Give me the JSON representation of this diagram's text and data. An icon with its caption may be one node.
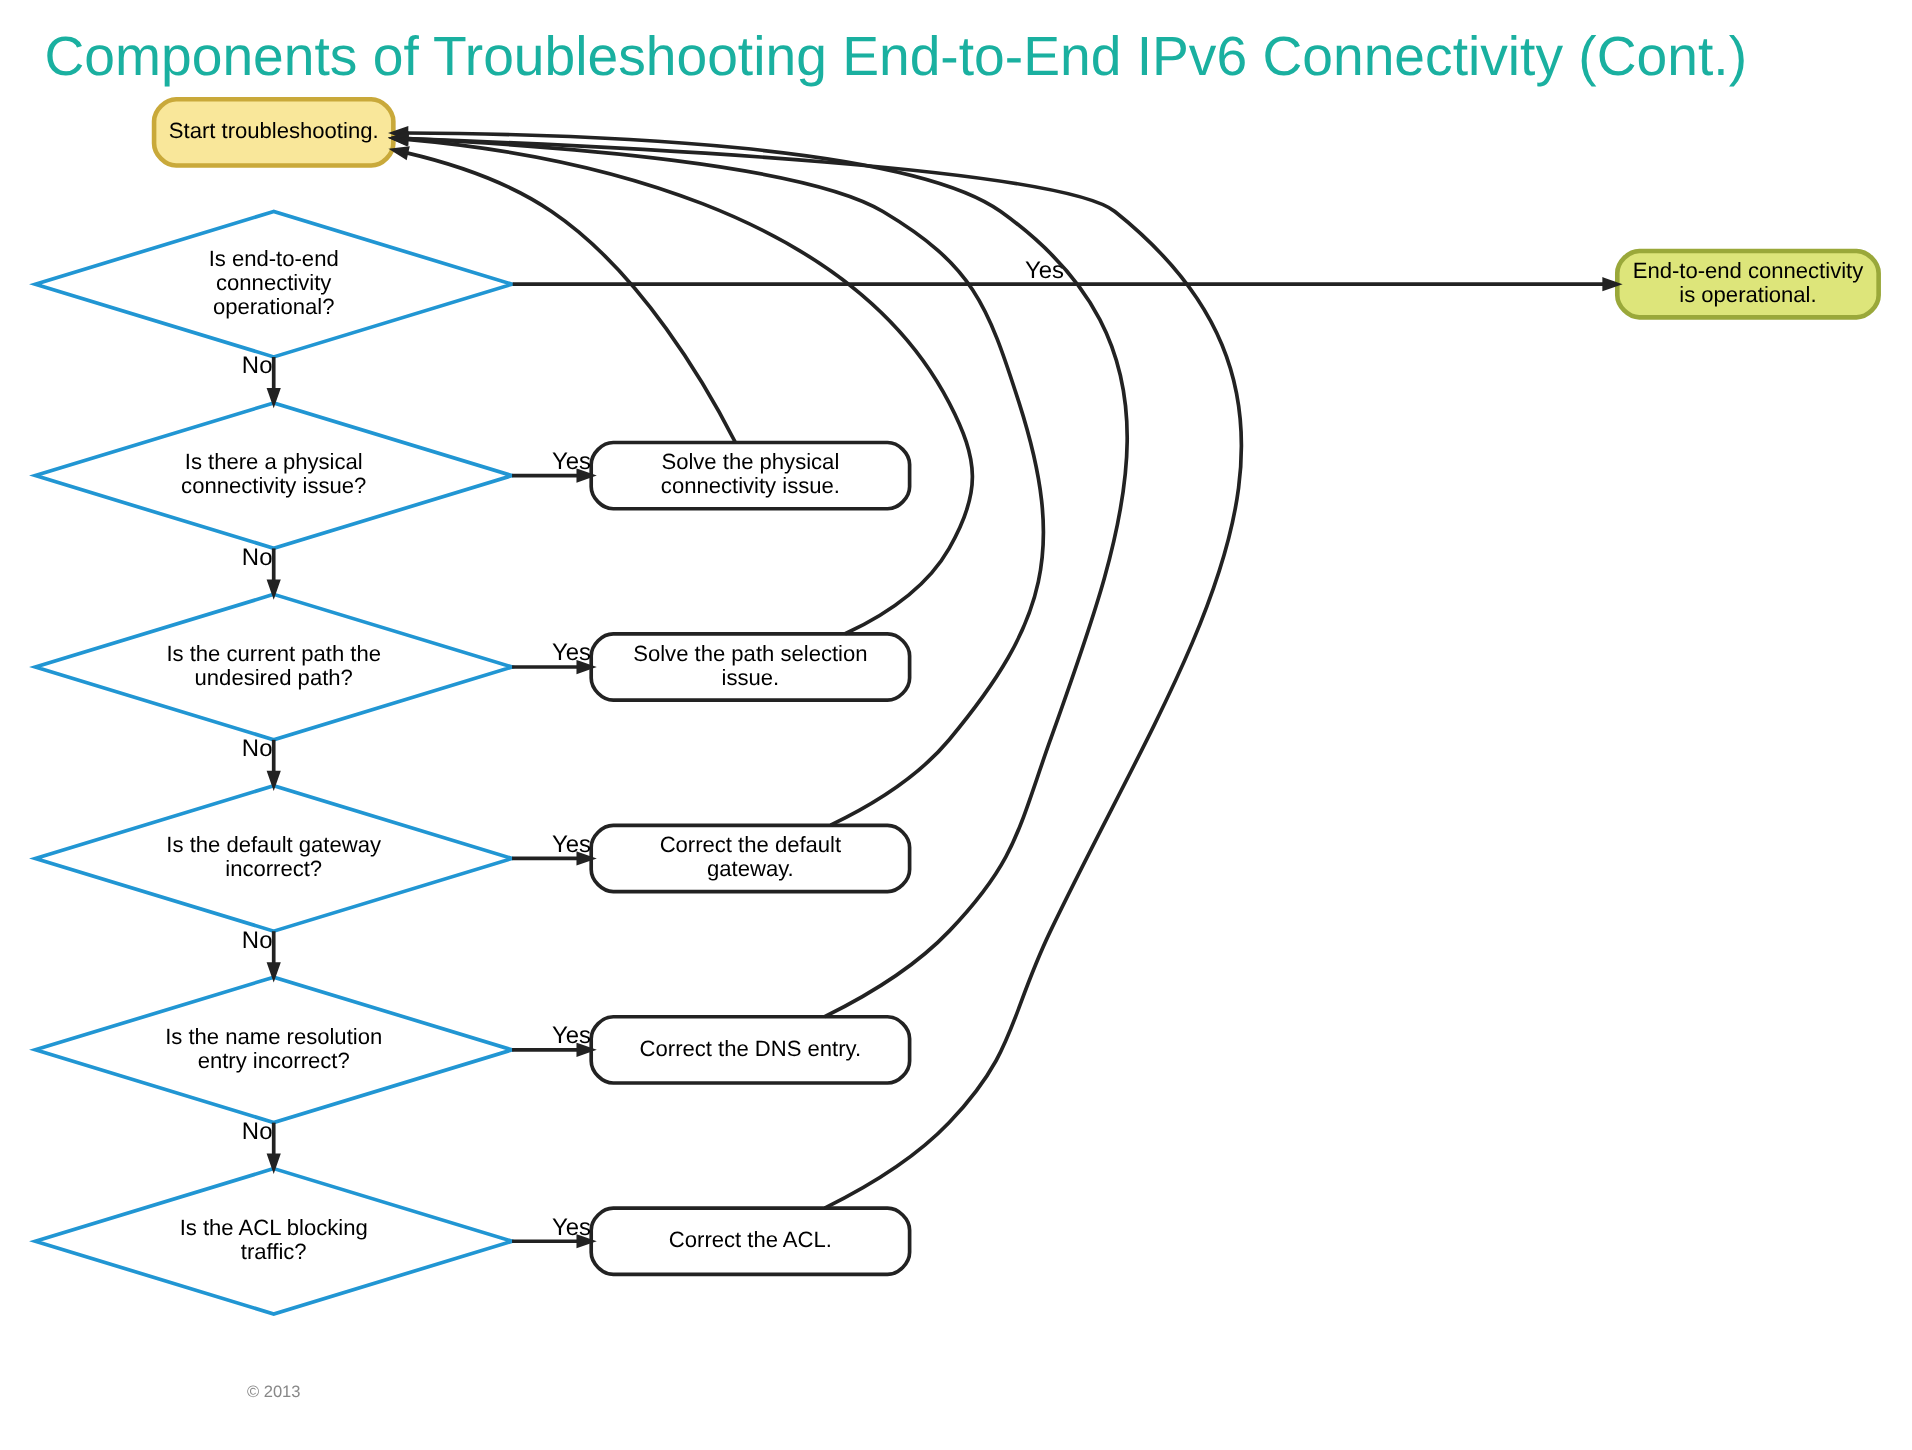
{
  "diagram": {
    "title": "Components of Troubleshooting End-to-End IPv6 Connectivity (Cont.)",
    "nodes": [
      {
        "text": [
          "Start troubleshooting."
        ]
      },
      {
        "text": [
          "End-to-end connectivity is operational."
        ]
      },
      {
        "text": [
          "Is end-to-end connectivity operational?"
        ]
      },
      {
        "text": [
          "Is there a physical connectivity issue?"
        ]
      },
      {
        "text": [
          "Solve the physical connectivity issue."
        ]
      },
      {
        "text": [
          "Is the current path the undesired path?"
        ]
      },
      {
        "text": [
          "Solve the path selection issue."
        ]
      },
      {
        "text": [
          "Is the default gateway incorrect?"
        ]
      },
      {
        "text": [
          "Correct the default gateway."
        ]
      },
      {
        "text": [
          "Is the name resolution entry incorrect?"
        ]
      },
      {
        "text": [
          "Correct the DNS entry."
        ]
      },
      {
        "text": [
          "Is the ACL blocking traffic?"
        ]
      },
      {
        "text": [
          "Correct the ACL."
        ]
      }
    ],
    "edges": [
      {
        "from": 2,
        "to": 1,
        "arrow": "to",
        "label": "Yes"
      },
      {
        "from": 2,
        "to": 3,
        "arrow": "to",
        "label": "No"
      },
      {
        "from": 3,
        "to": 4,
        "arrow": "to",
        "label": "Yes"
      },
      {
        "from": 3,
        "to": 5,
        "arrow": "to",
        "label": "No"
      },
      {
        "from": 5,
        "to": 6,
        "arrow": "to",
        "label": "Yes"
      },
      {
        "from": 5,
        "to": 7,
        "arrow": "to",
        "label": "No"
      },
      {
        "from": 7,
        "to": 8,
        "arrow": "to",
        "label": "Yes"
      },
      {
        "from": 7,
        "to": 9,
        "arrow": "to",
        "label": "No"
      },
      {
        "from": 9,
        "to": 10,
        "arrow": "to",
        "label": "Yes"
      },
      {
        "from": 9,
        "to": 11,
        "arrow": "to",
        "label": "No"
      },
      {
        "from": 11,
        "to": 12,
        "arrow": "to",
        "label": "Yes"
      },
      {
        "from": 4,
        "to": 0,
        "arrow": "to"
      },
      {
        "from": 6,
        "to": 0,
        "arrow": "to"
      },
      {
        "from": 8,
        "to": 0,
        "arrow": "to"
      },
      {
        "from": 10,
        "to": 0,
        "arrow": "to"
      },
      {
        "from": 12,
        "to": 0,
        "arrow": "to"
      }
    ],
    "labels": [
      "© 2013"
    ]
  }
}
